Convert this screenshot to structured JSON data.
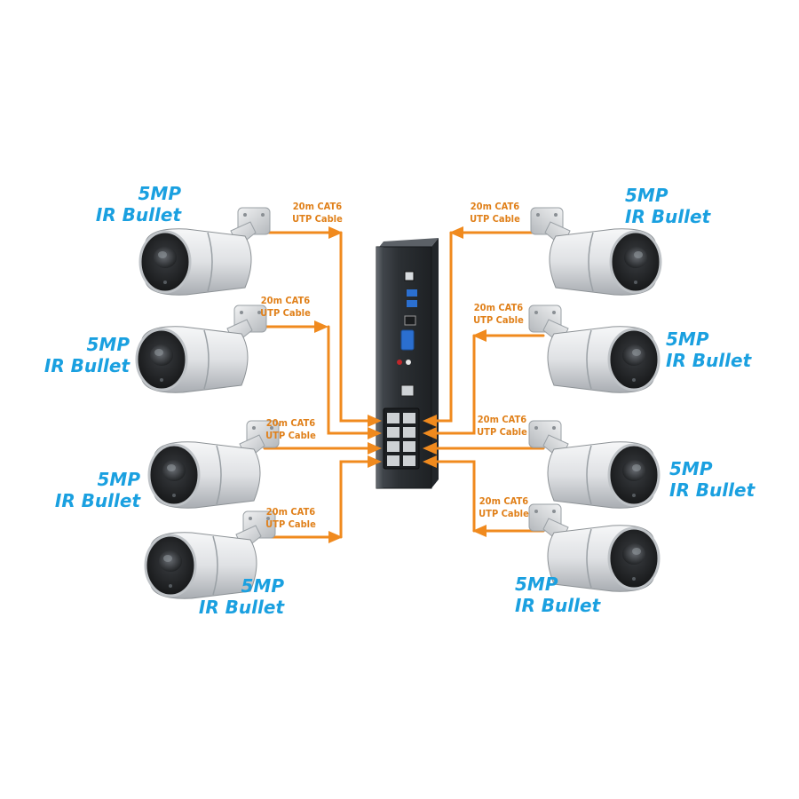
{
  "colors": {
    "label_blue": "#1aa0e0",
    "cable_orange": "#f08a1e",
    "cable_text": "#e0801a",
    "camera_body": "#e4e6e9",
    "camera_face": "#2a2c2f",
    "nvr_body": "#2e3236"
  },
  "camera_label": {
    "line1": "5MP",
    "line2": "IR Bullet"
  },
  "cable_label": {
    "line1": "20m CAT6",
    "line2": "UTP Cable"
  },
  "cameras": [
    {
      "id": "left-1",
      "line1": "5MP",
      "line2": "IR Bullet"
    },
    {
      "id": "left-2",
      "line1": "5MP",
      "line2": "IR Bullet"
    },
    {
      "id": "left-3",
      "line1": "5MP",
      "line2": "IR Bullet"
    },
    {
      "id": "left-4",
      "line1": "5MP",
      "line2": "IR Bullet"
    },
    {
      "id": "right-1",
      "line1": "5MP",
      "line2": "IR Bullet"
    },
    {
      "id": "right-2",
      "line1": "5MP",
      "line2": "IR Bullet"
    },
    {
      "id": "right-3",
      "line1": "5MP",
      "line2": "IR Bullet"
    },
    {
      "id": "right-4",
      "line1": "5MP",
      "line2": "IR Bullet"
    }
  ],
  "cables": [
    {
      "id": "left-1",
      "line1": "20m CAT6",
      "line2": "UTP Cable"
    },
    {
      "id": "left-2",
      "line1": "20m CAT6",
      "line2": "UTP Cable"
    },
    {
      "id": "left-3",
      "line1": "20m CAT6",
      "line2": "UTP Cable"
    },
    {
      "id": "left-4",
      "line1": "20m CAT6",
      "line2": "UTP Cable"
    },
    {
      "id": "right-1",
      "line1": "20m CAT6",
      "line2": "UTP Cable"
    },
    {
      "id": "right-2",
      "line1": "20m CAT6",
      "line2": "UTP Cable"
    },
    {
      "id": "right-3",
      "line1": "20m CAT6",
      "line2": "UTP Cable"
    },
    {
      "id": "right-4",
      "line1": "20m CAT6",
      "line2": "UTP Cable"
    }
  ]
}
